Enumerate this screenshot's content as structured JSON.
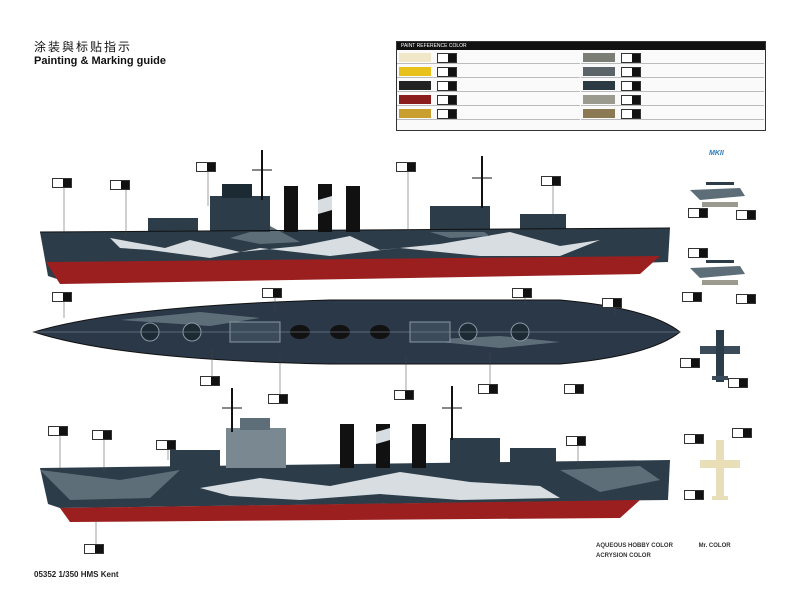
{
  "header": {
    "title_cn": "涂装與标贴指示",
    "title_en": "Painting & Marking guide"
  },
  "color_table": {
    "heading": "PAINT REFERENCE COLOR",
    "rows_left": [
      {
        "swatch": "#f0e6c8"
      },
      {
        "swatch": "#e8c21a"
      },
      {
        "swatch": "#222222"
      },
      {
        "swatch": "#8b1d1d"
      },
      {
        "swatch": "#c9a030"
      }
    ],
    "rows_right": [
      {
        "swatch": "#7a7e74"
      },
      {
        "swatch": "#5b6468"
      },
      {
        "swatch": "#2b3a43"
      },
      {
        "swatch": "#9a9a8e"
      },
      {
        "swatch": "#8c7a55"
      }
    ]
  },
  "aircraft_label": "MKII",
  "legend": {
    "line1_left": "AQUEOUS HOBBY COLOR",
    "line1_right": "Mr. COLOR",
    "line2": "ACRYSION COLOR"
  },
  "footer": "05352 1/350 HMS Kent",
  "colors": {
    "hull_red": "#9b1f1f",
    "hull_dark": "#2c3d49",
    "camo_light": "#d8dde2",
    "camo_mid": "#5e6e79",
    "deck_dark": "#2a3848",
    "black": "#111111"
  }
}
